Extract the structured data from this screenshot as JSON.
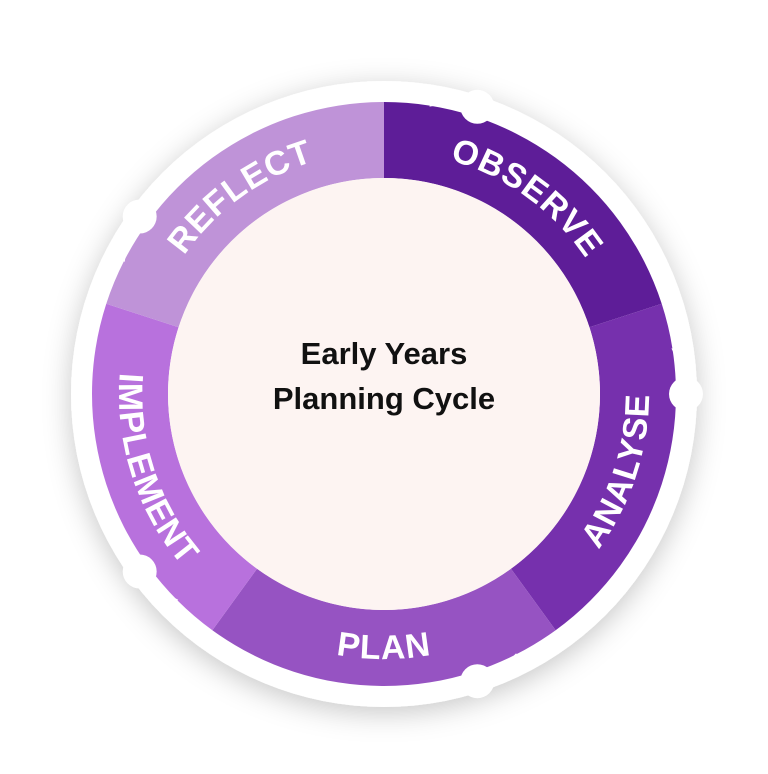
{
  "diagram": {
    "title_lines": [
      "Early Years",
      "Planning Cycle"
    ],
    "segments": [
      {
        "label": "OBSERVE",
        "color": "#5e1d98"
      },
      {
        "label": "ANALYSE",
        "color": "#7630ad"
      },
      {
        "label": "PLAN",
        "color": "#9653c2"
      },
      {
        "label": "IMPLEMENT",
        "color": "#b871dd"
      },
      {
        "label": "REFLECT",
        "color": "#bf93d8"
      }
    ],
    "center_color": "#fdf4f2",
    "ring_color": "#ffffff",
    "arrow": "clockwise-arrow-icon"
  }
}
